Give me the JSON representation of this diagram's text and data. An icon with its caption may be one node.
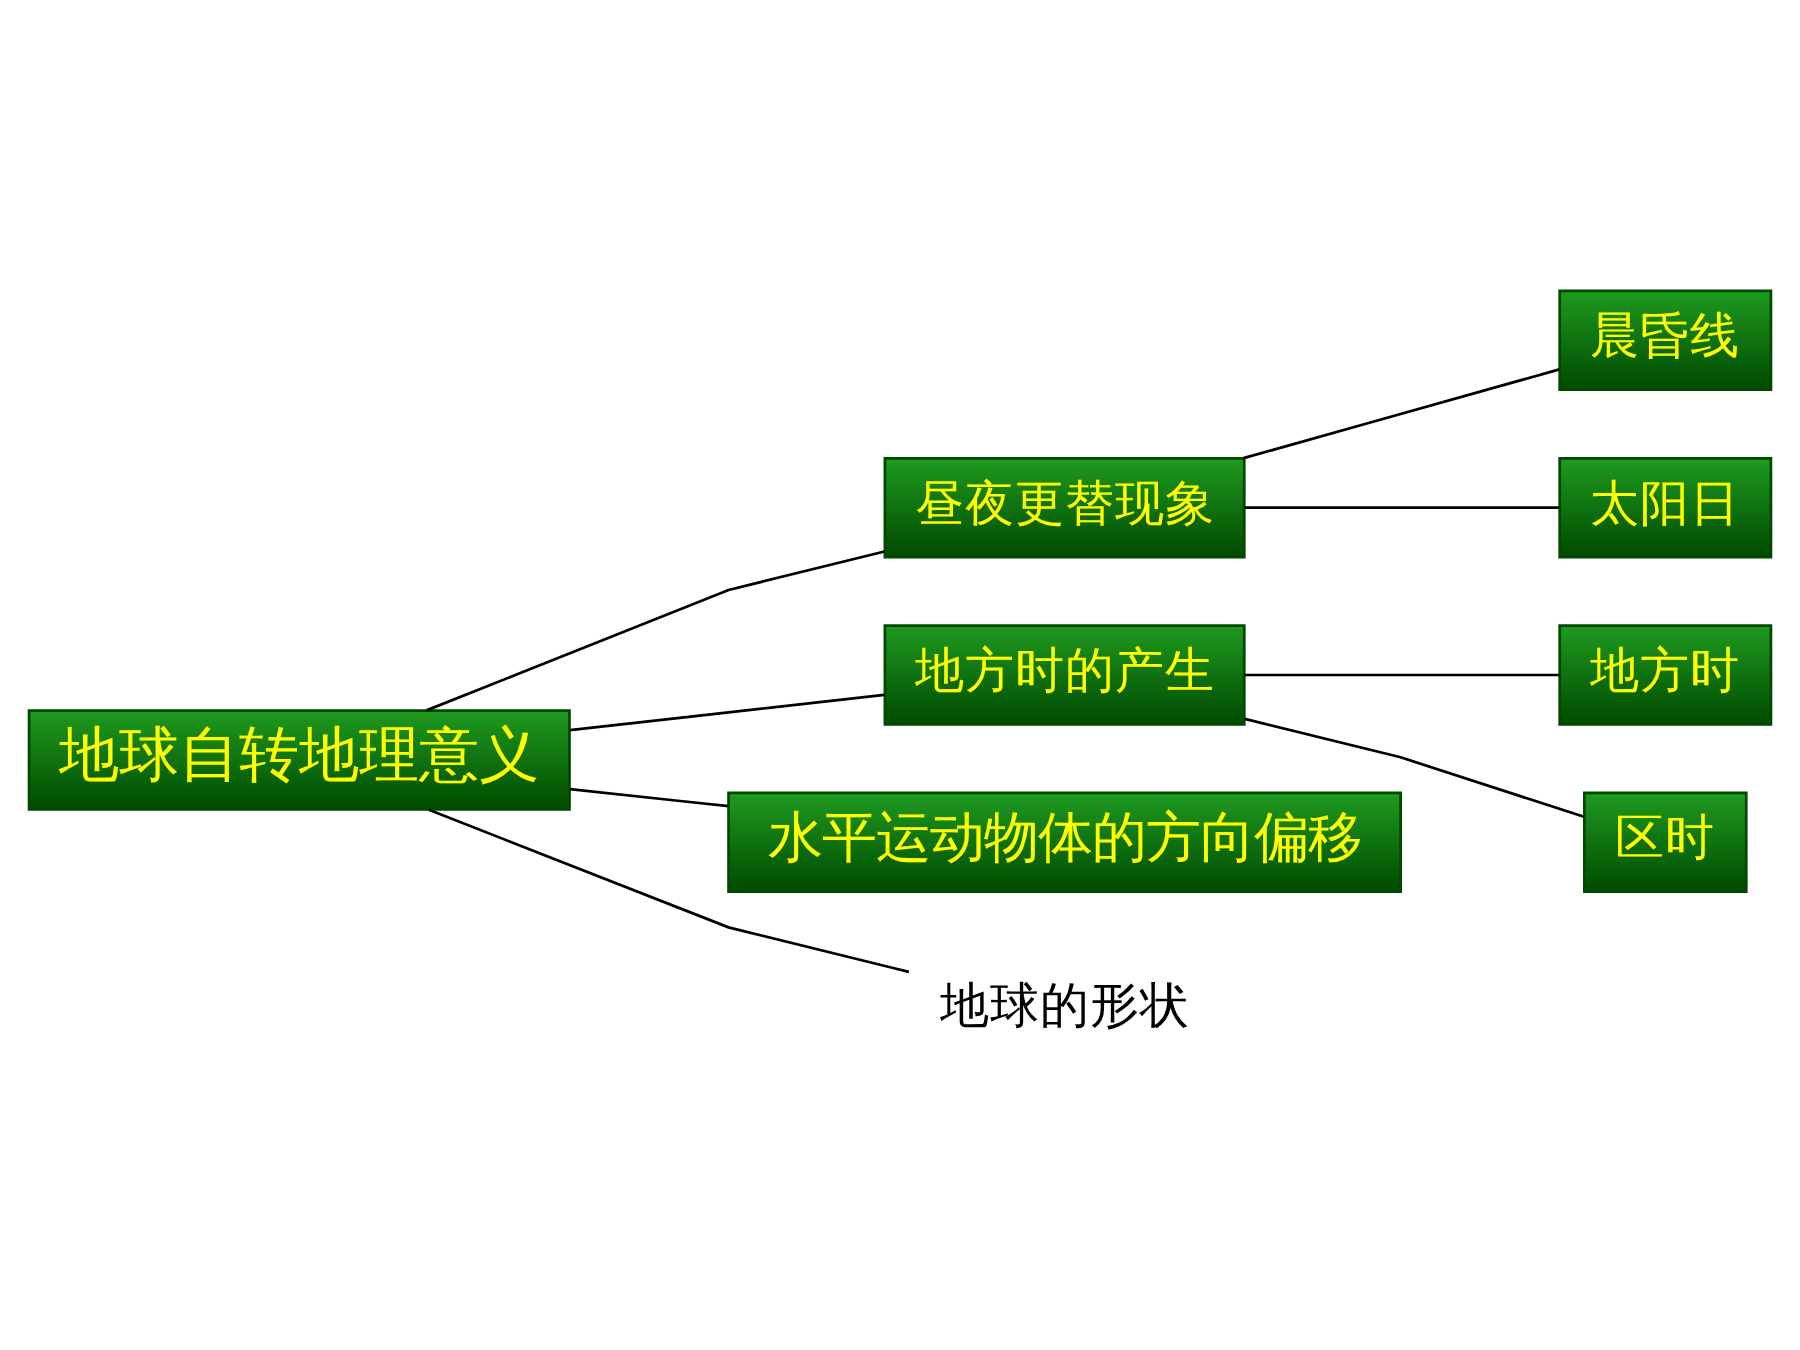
{
  "diagram": {
    "nodes": [
      {
        "text": [
          "地球自转地理意义"
        ]
      },
      {
        "text": [
          "昼夜更替现象"
        ]
      },
      {
        "text": [
          "晨昏线"
        ]
      },
      {
        "text": [
          "太阳日"
        ]
      },
      {
        "text": [
          "地方时的产生"
        ]
      },
      {
        "text": [
          "地方时"
        ]
      },
      {
        "text": [
          "区时"
        ]
      },
      {
        "text": [
          "水平运动物体的方向偏移"
        ]
      },
      {
        "text": [
          "地球的形状"
        ]
      }
    ],
    "edges": [
      {
        "from": 0,
        "to": 1,
        "arrow": "none"
      },
      {
        "from": 0,
        "to": 4,
        "arrow": "none"
      },
      {
        "from": 0,
        "to": 7,
        "arrow": "none"
      },
      {
        "from": 0,
        "to": 8,
        "arrow": "none"
      },
      {
        "from": 1,
        "to": 2,
        "arrow": "none"
      },
      {
        "from": 1,
        "to": 3,
        "arrow": "none"
      },
      {
        "from": 4,
        "to": 5,
        "arrow": "none"
      },
      {
        "from": 4,
        "to": 6,
        "arrow": "none"
      }
    ]
  }
}
